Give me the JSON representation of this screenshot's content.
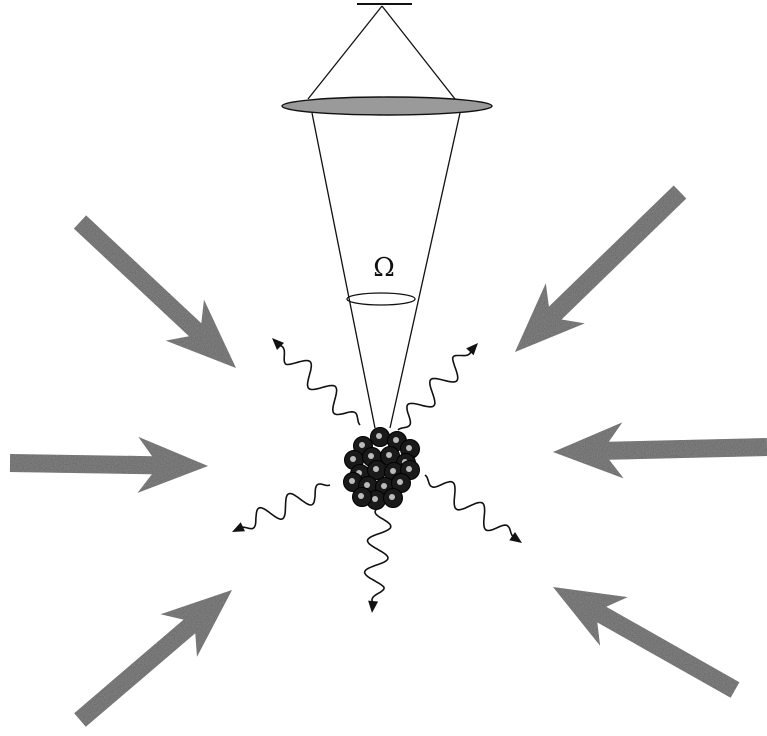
{
  "solid_angle_symbol": "Ω",
  "colors": {
    "background": "#ffffff",
    "line": "#111111",
    "lens_fill": "#9a9a9a",
    "laser_arrow_fill": "#8a8a8a",
    "atom_fill": "#1a1a1a",
    "atom_highlight": "#d8d8d8"
  },
  "counts": {
    "laser_beams": 6,
    "emitted_photons": 5
  }
}
